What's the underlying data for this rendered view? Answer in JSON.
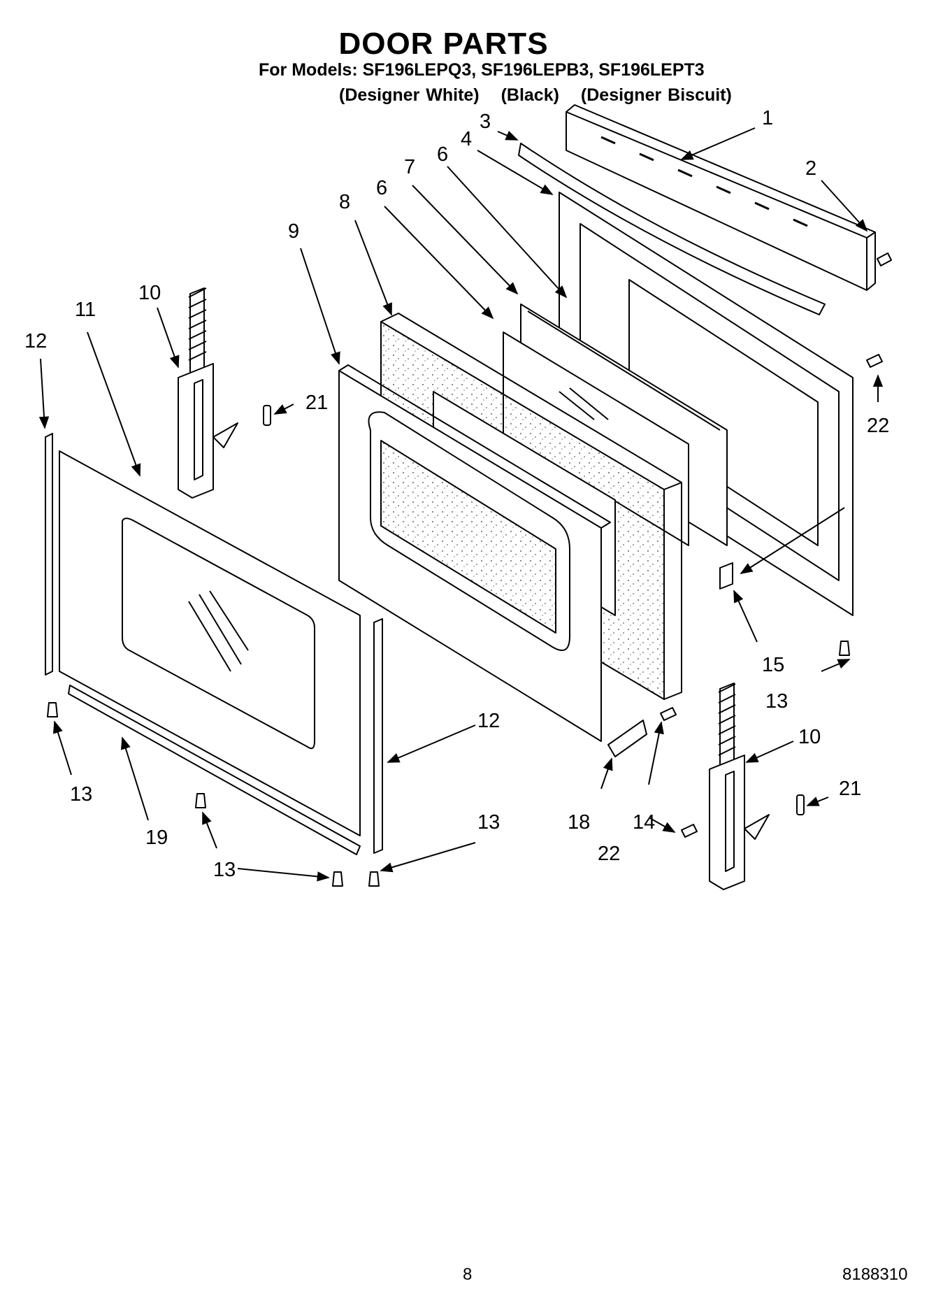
{
  "header": {
    "title": "DOOR PARTS",
    "models": "For Models: SF196LEPQ3, SF196LEPB3, SF196LEPT3",
    "colors": [
      "(Designer White)",
      "(Black)",
      "(Designer Biscuit)"
    ]
  },
  "footer": {
    "page_number": "8",
    "document_number": "8188310"
  },
  "callouts": {
    "c1": "1",
    "c2": "2",
    "c3": "3",
    "c4": "4",
    "c6a": "6",
    "c6b": "6",
    "c7": "7",
    "c8": "8",
    "c9": "9",
    "c10a": "10",
    "c10b": "10",
    "c11": "11",
    "c12a": "12",
    "c12b": "12",
    "c13a": "13",
    "c13b": "13",
    "c13c": "13",
    "c13d": "13",
    "c14": "14",
    "c15": "15",
    "c18": "18",
    "c19": "19",
    "c21a": "21",
    "c21b": "21",
    "c22a": "22",
    "c22b": "22"
  }
}
